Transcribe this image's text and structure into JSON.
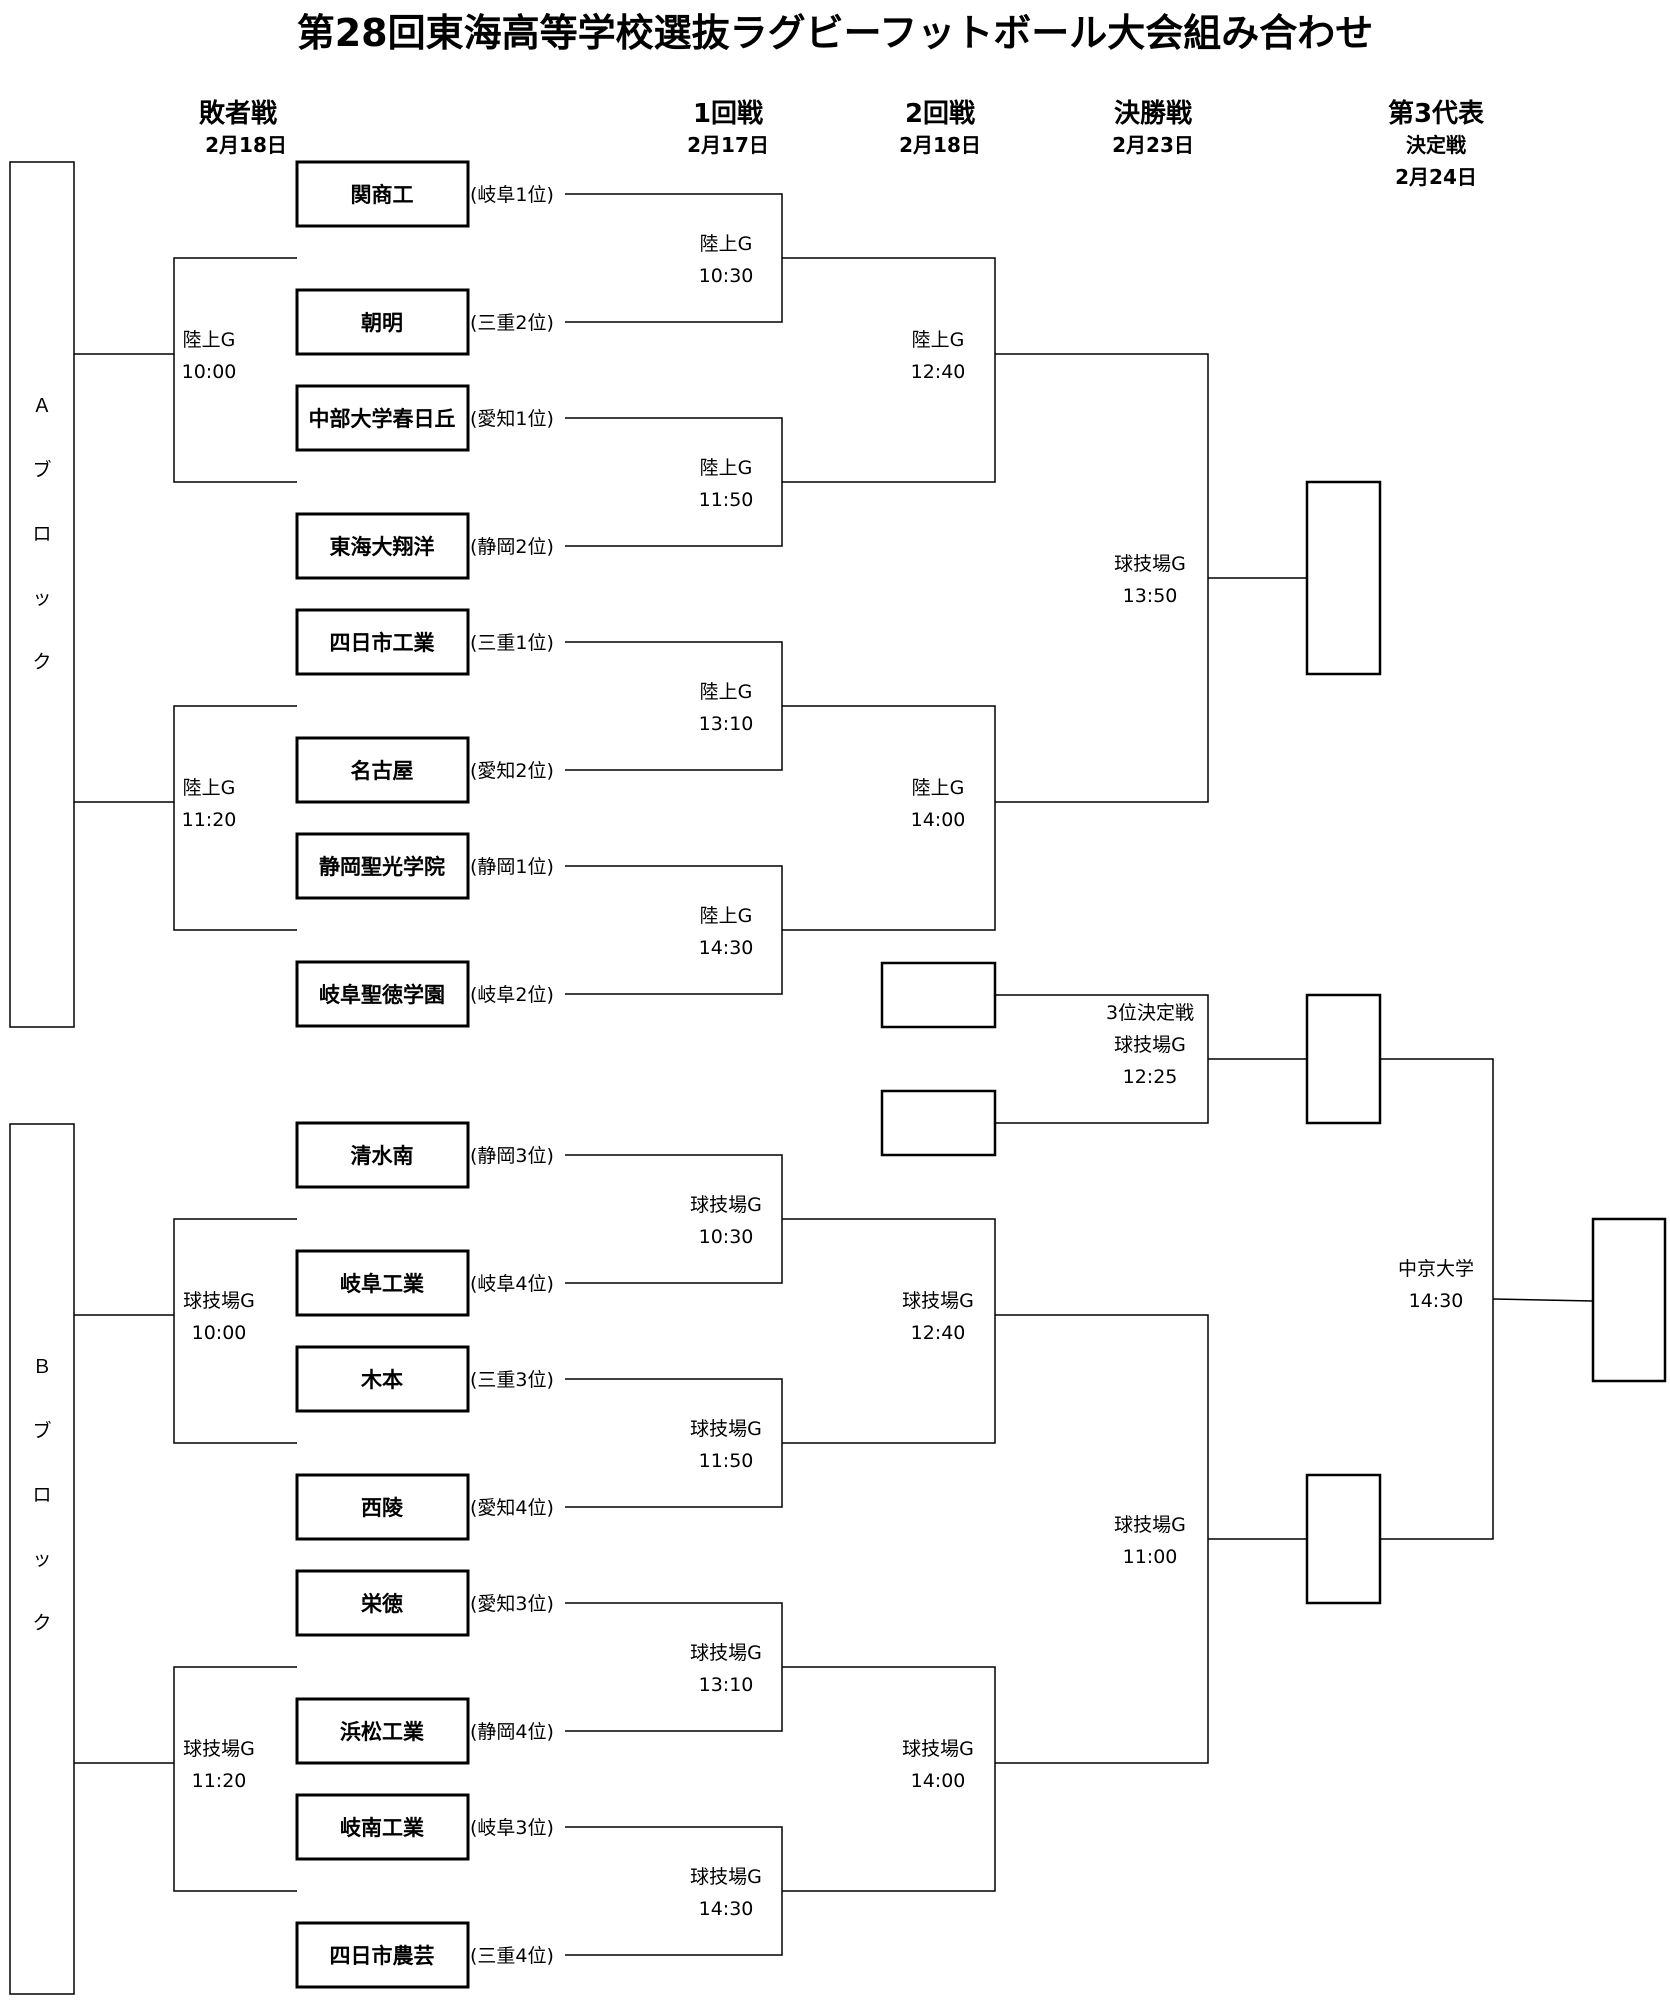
{
  "title": "第28回東海高等学校選抜ラグビーフットボール大会組み合わせ",
  "headers": {
    "consolation": {
      "label": "敗者戦",
      "date": "2月18日"
    },
    "round1": {
      "label": "1回戦",
      "date": "2月17日"
    },
    "round2": {
      "label": "2回戦",
      "date": "2月18日"
    },
    "final": {
      "label": "決勝戦",
      "date": "2月23日"
    },
    "third_rep": {
      "label": "第3代表",
      "label2": "決定戦",
      "date": "2月24日"
    }
  },
  "blocks": {
    "a": [
      "Ａ",
      "ブ",
      "ロ",
      "ッ",
      "ク"
    ],
    "b": [
      "Ｂ",
      "ブ",
      "ロ",
      "ッ",
      "ク"
    ]
  },
  "teams": [
    {
      "name": "関商工",
      "rank": "(岐阜1位)"
    },
    {
      "name": "朝明",
      "rank": "(三重2位)"
    },
    {
      "name": "中部大学春日丘",
      "rank": "(愛知1位)"
    },
    {
      "name": "東海大翔洋",
      "rank": "(静岡2位)"
    },
    {
      "name": "四日市工業",
      "rank": "(三重1位)"
    },
    {
      "name": "名古屋",
      "rank": "(愛知2位)"
    },
    {
      "name": "静岡聖光学院",
      "rank": "(静岡1位)"
    },
    {
      "name": "岐阜聖徳学園",
      "rank": "(岐阜2位)"
    },
    {
      "name": "清水南",
      "rank": "(静岡3位)"
    },
    {
      "name": "岐阜工業",
      "rank": "(岐阜4位)"
    },
    {
      "name": "木本",
      "rank": "(三重3位)"
    },
    {
      "name": "西陵",
      "rank": "(愛知4位)"
    },
    {
      "name": "栄徳",
      "rank": "(愛知3位)"
    },
    {
      "name": "浜松工業",
      "rank": "(静岡4位)"
    },
    {
      "name": "岐南工業",
      "rank": "(岐阜3位)"
    },
    {
      "name": "四日市農芸",
      "rank": "(三重4位)"
    }
  ],
  "matches": [
    {
      "venue": "陸上G",
      "time": "10:30"
    },
    {
      "venue": "陸上G",
      "time": "11:50"
    },
    {
      "venue": "陸上G",
      "time": "13:10"
    },
    {
      "venue": "陸上G",
      "time": "14:30"
    },
    {
      "venue": "陸上G",
      "time": "12:40"
    },
    {
      "venue": "陸上G",
      "time": "14:00"
    },
    {
      "venue": "球技場G",
      "time": "13:50"
    },
    {
      "venue": "陸上G",
      "time": "10:00"
    },
    {
      "venue": "陸上G",
      "time": "11:20"
    },
    {
      "venue": "球技場G",
      "time": "10:30"
    },
    {
      "venue": "球技場G",
      "time": "11:50"
    },
    {
      "venue": "球技場G",
      "time": "13:10"
    },
    {
      "venue": "球技場G",
      "time": "14:30"
    },
    {
      "venue": "球技場G",
      "time": "12:40"
    },
    {
      "venue": "球技場G",
      "time": "14:00"
    },
    {
      "venue": "球技場G",
      "time": "11:00"
    },
    {
      "venue": "球技場G",
      "time": "10:00"
    },
    {
      "venue": "球技場G",
      "time": "11:20"
    },
    {
      "venue": "球技場G",
      "time": "12:25",
      "label": "3位決定戦"
    },
    {
      "venue": "中京大学",
      "time": "14:30"
    }
  ]
}
